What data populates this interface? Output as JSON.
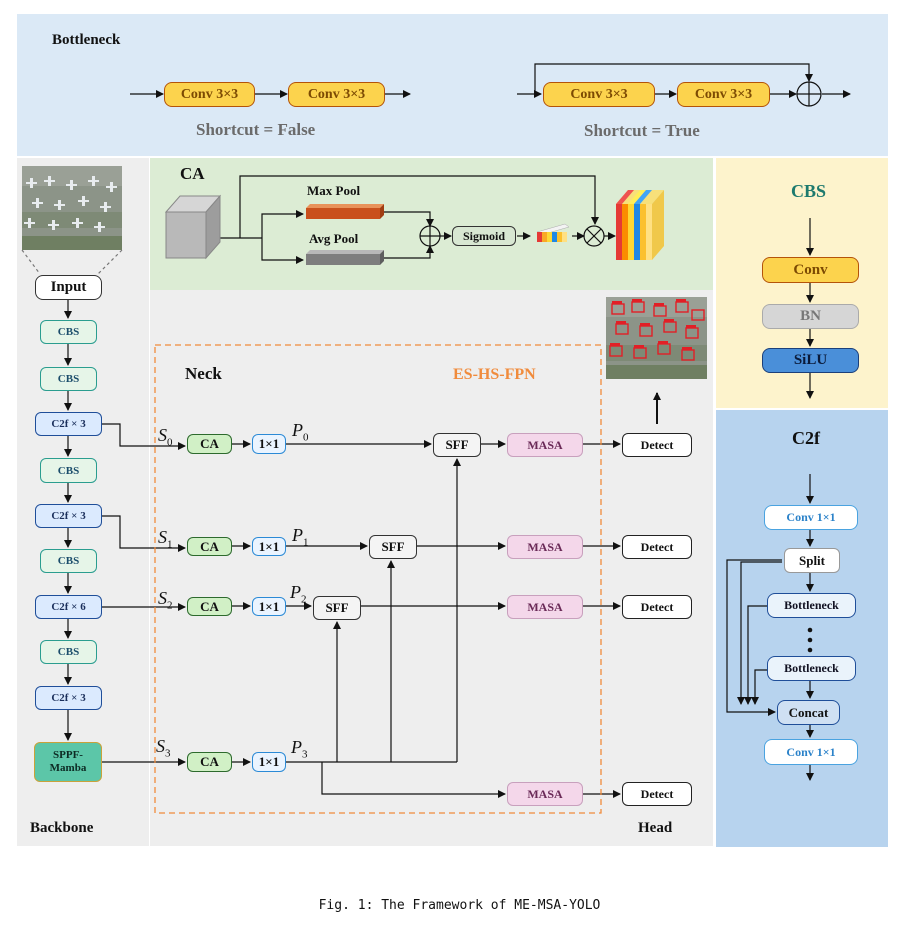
{
  "bottleneck": {
    "title": "Bottleneck",
    "conv_label": "Conv 3×3",
    "shortcut_false": "Shortcut = False",
    "shortcut_true": "Shortcut = True"
  },
  "ca_block": {
    "title": "CA",
    "max_pool": "Max Pool",
    "avg_pool": "Avg Pool",
    "sigmoid": "Sigmoid"
  },
  "cbs_block": {
    "title": "CBS",
    "conv": "Conv",
    "bn": "BN",
    "silu": "SiLU"
  },
  "c2f_block": {
    "title": "C2f",
    "conv_top": "Conv 1×1",
    "split": "Split",
    "bottleneck_1": "Bottleneck",
    "bottleneck_2": "Bottleneck",
    "concat": "Concat",
    "conv_bottom": "Conv 1×1"
  },
  "backbone": {
    "label": "Backbone",
    "input": "Input",
    "cbs": "CBS",
    "c2f_1": "C2f × 3",
    "c2f_2": "C2f × 3",
    "c2f_3": "C2f × 6",
    "c2f_4": "C2f × 3",
    "sppf_line1": "SPPF-",
    "sppf_line2": "Mamba"
  },
  "neck": {
    "label": "Neck",
    "fpn_label": "ES-HS-FPN",
    "ca": "CA",
    "conv11": "1×1",
    "sff": "SFF",
    "masa": "MASA",
    "s": [
      "S",
      "S",
      "S",
      "S"
    ],
    "s_sub": [
      "0",
      "1",
      "2",
      "3"
    ],
    "p": [
      "P",
      "P",
      "P",
      "P"
    ],
    "p_sub": [
      "0",
      "1",
      "2",
      "3"
    ]
  },
  "head": {
    "label": "Head",
    "detect": "Detect"
  },
  "caption": "Fig. 1: The Framework of ME-MSA-YOLO",
  "colors": {
    "bottleneck_bg": "#dbe9f6",
    "ca_bg": "#dcecd4",
    "cbs_bg": "#fdf3cc",
    "c2f_bg": "#b7d3ee",
    "neck_bg": "#eeeeee",
    "backbone_bg": "#eeeeee",
    "fpn_border": "#f08b3c",
    "fpn_text": "#f08b3c",
    "cbs_title": "#1e7a6e"
  }
}
